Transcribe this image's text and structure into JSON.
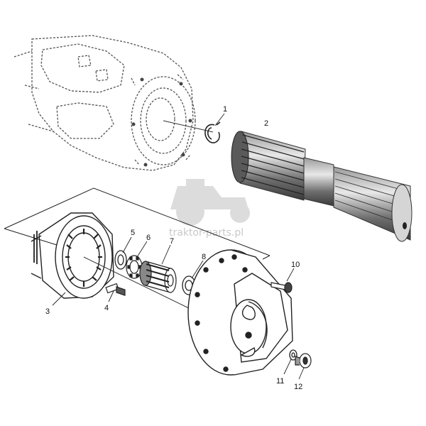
{
  "diagram": {
    "callouts": [
      {
        "id": "1",
        "label": "1"
      },
      {
        "id": "2",
        "label": "2"
      },
      {
        "id": "3",
        "label": "3"
      },
      {
        "id": "4",
        "label": "4"
      },
      {
        "id": "5",
        "label": "5"
      },
      {
        "id": "6",
        "label": "6"
      },
      {
        "id": "7",
        "label": "7"
      },
      {
        "id": "8",
        "label": "8"
      },
      {
        "id": "10",
        "label": "10"
      },
      {
        "id": "11",
        "label": "11"
      },
      {
        "id": "12",
        "label": "12"
      }
    ],
    "watermark": "traktor-parts.pl",
    "colors": {
      "line": "#333333",
      "dashed": "#555555",
      "shaft_dark": "#3a3a3a",
      "shaft_mid": "#7a7a7a",
      "shaft_light": "#b5b5b5",
      "watermark": "#d0d0d0"
    }
  }
}
